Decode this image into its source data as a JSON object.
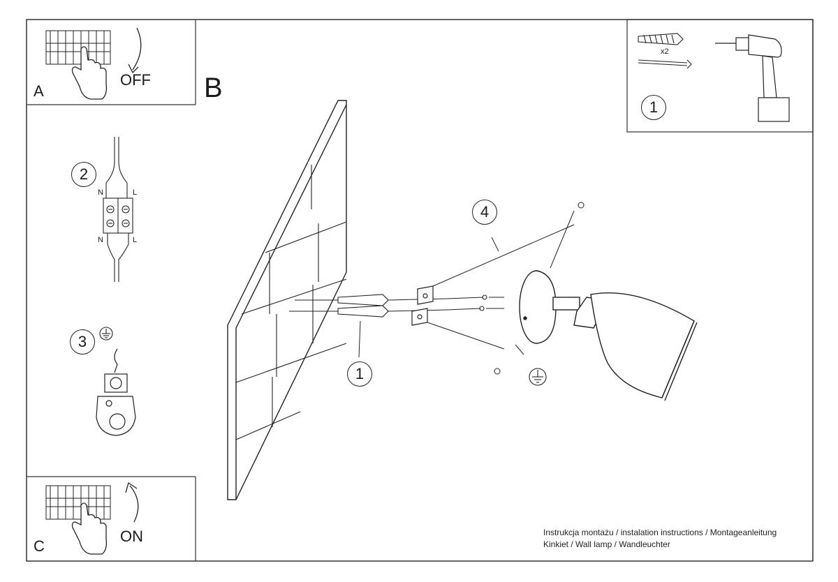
{
  "panels": {
    "a": {
      "letter": "A",
      "action": "OFF"
    },
    "c": {
      "letter": "C",
      "action": "ON"
    }
  },
  "main": {
    "letter": "B"
  },
  "steps": {
    "tools": "1",
    "wiring": "2",
    "ground": "3",
    "wall_dowels": "1",
    "mounting_screws": "4"
  },
  "tools_qty": "x2",
  "wiring_labels": {
    "n_top": "N",
    "l_top": "L",
    "n_bottom": "N",
    "l_bottom": "L"
  },
  "footer": {
    "line1": "Instrukcja montażu / instalation instructions / Montageanleitung",
    "line2": "Kinkiet / Wall lamp / Wandleuchter"
  },
  "icons": [
    "hand-icon",
    "breaker-panel-icon",
    "arrow-icon",
    "drill-icon",
    "dowel-icon",
    "screw-icon",
    "ground-symbol-icon",
    "terminal-block-icon",
    "ground-clamp-icon",
    "wall-lamp-icon"
  ]
}
